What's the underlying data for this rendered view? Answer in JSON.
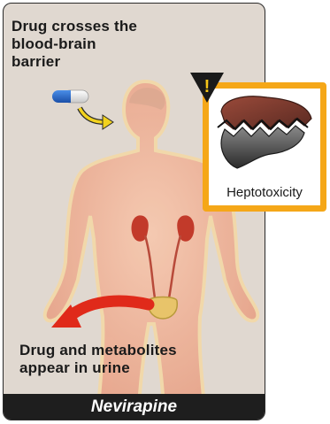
{
  "top_caption": "Drug crosses the\nblood-brain\nbarrier",
  "bottom_caption": "Drug and metabolites\nappear in urine",
  "drug_name": "Nevirapine",
  "callout": {
    "label": "Heptotoxicity",
    "warning_symbol": "!"
  },
  "icons": [
    "capsule-icon",
    "liver-icon",
    "kidney-icon",
    "bladder-icon",
    "warning-icon"
  ],
  "colors": {
    "panel_background": "#e0d8d0",
    "body_fill": "#efb8a0",
    "callout_border": "#f5a718",
    "arrow_red": "#e02a1a",
    "arrow_yellow": "#f2d21e",
    "footer_background": "#1e1e1e"
  }
}
